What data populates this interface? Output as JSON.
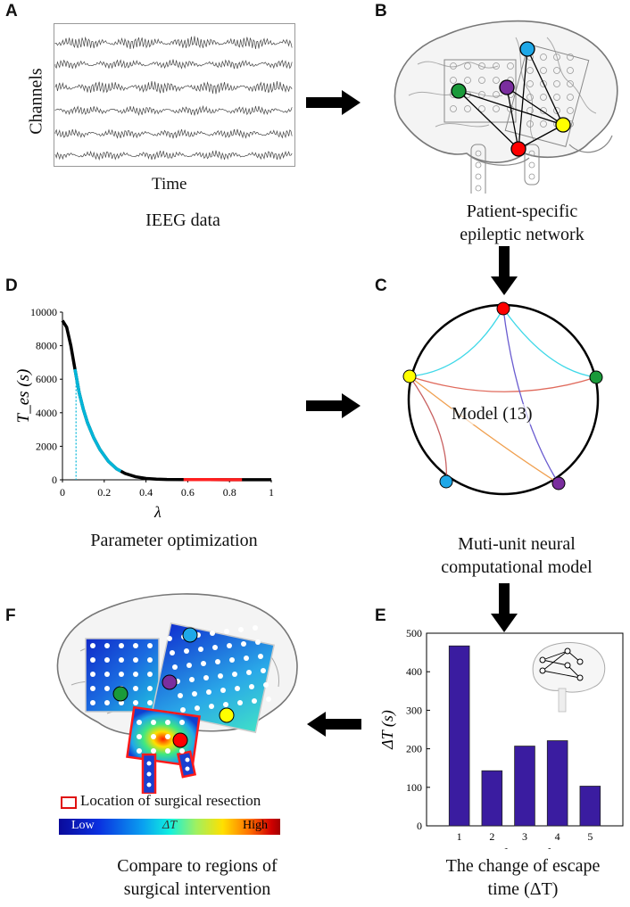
{
  "panels": {
    "A": {
      "letter": "A",
      "ylabel": "Channels",
      "xlabel": "Time",
      "caption": "IEEG data"
    },
    "B": {
      "letter": "B",
      "caption_line1": "Patient-specific",
      "caption_line2": "epileptic network"
    },
    "C": {
      "letter": "C",
      "model_label": "Model (13)",
      "caption_line1": "Muti-unit neural",
      "caption_line2": "computational model"
    },
    "D": {
      "letter": "D",
      "caption": "Parameter optimization"
    },
    "E": {
      "letter": "E",
      "caption_line1": "The change of escape",
      "caption_line2": "time (ΔT)"
    },
    "F": {
      "letter": "F",
      "legend_label": "Location of surgical resection",
      "colorbar_low": "Low",
      "colorbar_mid": "ΔT",
      "colorbar_high": "High",
      "caption_line1": "Compare to regions of",
      "caption_line2": "surgical intervention"
    }
  },
  "node_colors": {
    "red": "#ff0000",
    "yellow": "#ffff00",
    "green": "#1a9a3a",
    "purple": "#7a2e9e",
    "blue": "#1ea8e8"
  },
  "chart_data": [
    {
      "panel": "D",
      "type": "line",
      "xlabel": "λ",
      "ylabel": "T_es (s)",
      "xlim": [
        0,
        1
      ],
      "ylim": [
        0,
        10000
      ],
      "xticks": [
        "0",
        "0.2",
        "0.4",
        "0.6",
        "0.8",
        "1"
      ],
      "yticks": [
        "0",
        "2000",
        "4000",
        "6000",
        "8000",
        "10000"
      ],
      "x": [
        0,
        0.02,
        0.04,
        0.06,
        0.08,
        0.1,
        0.12,
        0.15,
        0.18,
        0.22,
        0.26,
        0.3,
        0.35,
        0.4,
        0.45,
        0.5,
        0.6,
        0.7,
        0.8,
        0.9,
        1.0
      ],
      "y": [
        9500,
        9100,
        8000,
        6600,
        5200,
        4200,
        3400,
        2500,
        1800,
        1100,
        650,
        380,
        180,
        80,
        40,
        20,
        10,
        8,
        6,
        5,
        5
      ],
      "highlights": [
        {
          "color": "#00b5d8",
          "x_range": [
            0.06,
            0.28
          ]
        },
        {
          "color": "#ff2020",
          "x_range": [
            0.58,
            0.86
          ]
        }
      ],
      "marker_x": 0.065
    },
    {
      "panel": "E",
      "type": "bar",
      "xlabel": "Node number",
      "ylabel": "ΔT (s)",
      "categories": [
        "1",
        "2",
        "3",
        "4",
        "5"
      ],
      "values": [
        467,
        143,
        207,
        221,
        103
      ],
      "ylim": [
        0,
        500
      ],
      "yticks": [
        "0",
        "100",
        "200",
        "300",
        "400",
        "500"
      ],
      "bar_color": "#3a1ca0"
    }
  ]
}
